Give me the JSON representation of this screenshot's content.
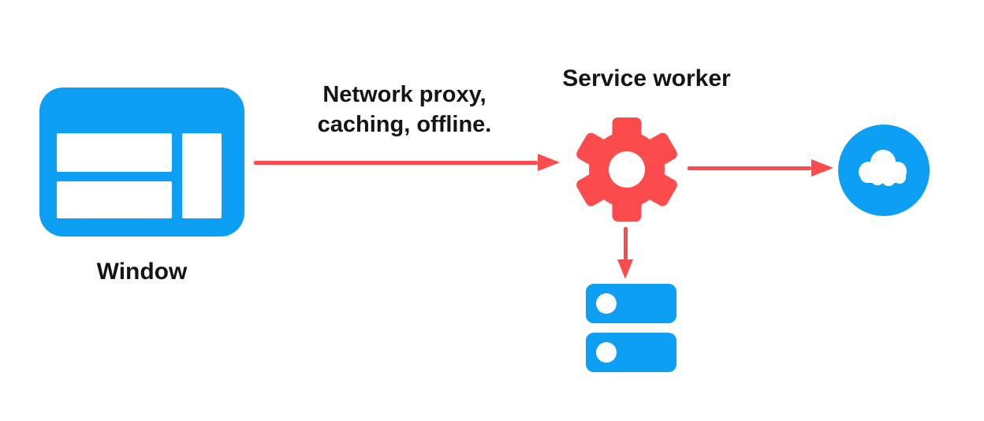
{
  "colors": {
    "blue": "#0d9ff4",
    "red": "#fb4b4d",
    "text": "#151515",
    "bg": "#ffffff"
  },
  "nodes": {
    "window": {
      "label": "Window",
      "icon": "window-icon"
    },
    "service_worker": {
      "title": "Service worker",
      "icon": "gear-icon"
    },
    "network": {
      "icon": "cloud-icon"
    },
    "cache": {
      "icon": "storage-icon"
    }
  },
  "edges": {
    "window_to_service_worker": {
      "label_line1": "Network proxy,",
      "label_line2": "caching, offline.",
      "icon": "arrow-right-icon"
    },
    "service_worker_to_network": {
      "icon": "arrow-right-icon"
    },
    "service_worker_to_cache": {
      "icon": "arrow-down-icon"
    }
  }
}
